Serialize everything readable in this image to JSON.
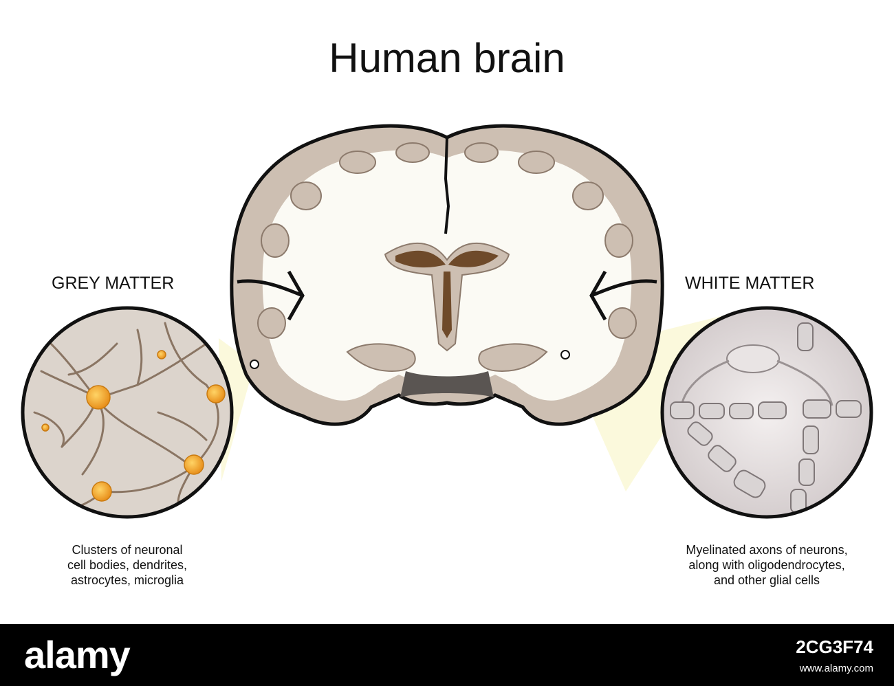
{
  "title": "Human brain",
  "grey_matter": {
    "label": "GREY MATTER",
    "description": [
      "Clusters of neuronal",
      "cell bodies, dendrites,",
      "astrocytes, microglia"
    ]
  },
  "white_matter": {
    "label": "WHITE MATTER",
    "description": [
      "Myelinated axons of neurons,",
      "along with oligodendrocytes,",
      "and other glial cells"
    ]
  },
  "footer": {
    "logo": "alamy",
    "image_id": "2CG3F74",
    "site": "www.alamy.com"
  },
  "colors": {
    "grey_matter": "#cdbfb2",
    "white_matter": "#fbfaf4",
    "ventricle": "#6e4a2a",
    "cell_body": "#f4b02c",
    "myelin": "#d9d4d4",
    "background": "#ffffff",
    "footer": "#000000"
  }
}
